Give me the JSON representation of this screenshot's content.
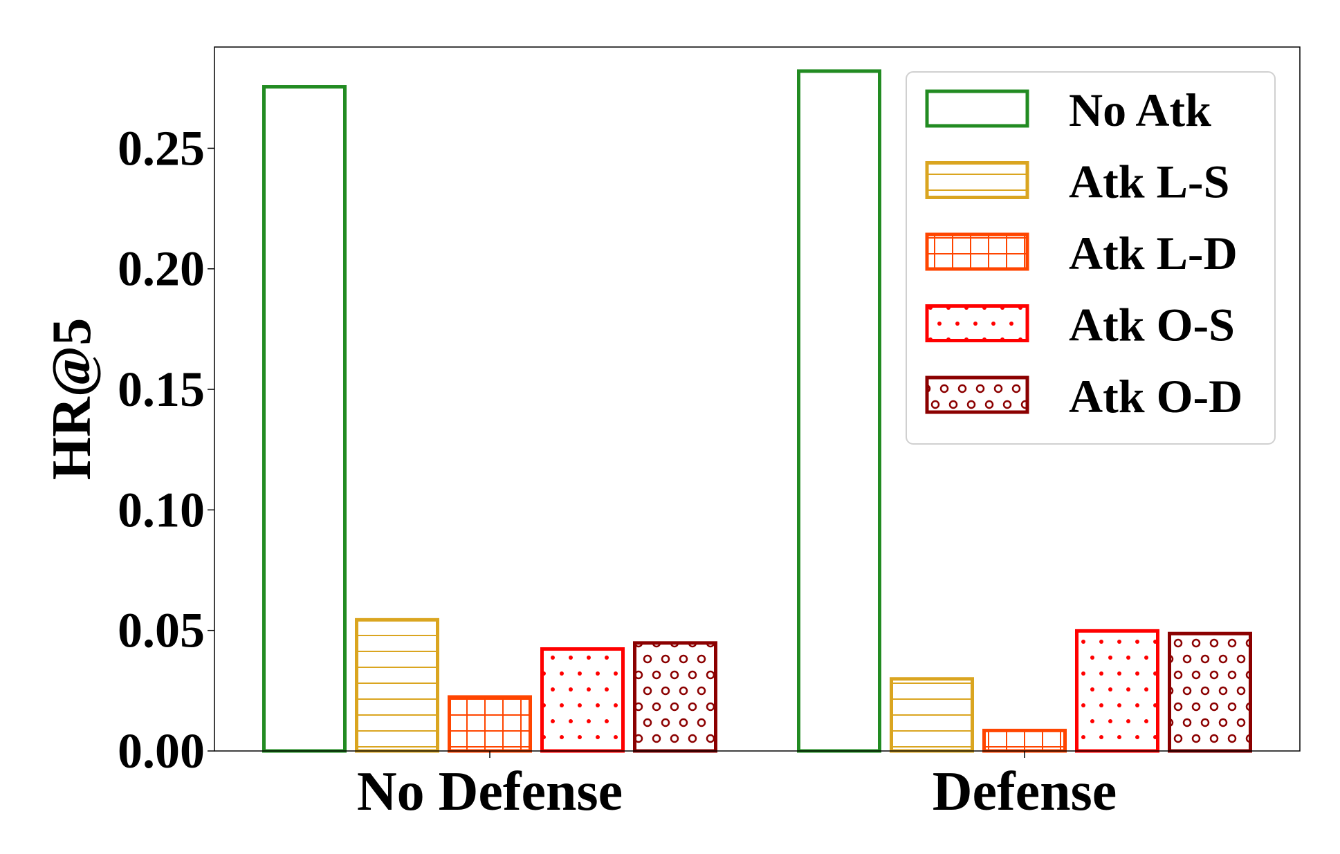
{
  "chart_data": {
    "type": "bar",
    "title": "",
    "xlabel": "",
    "ylabel": "HR@5",
    "ylim": [
      0,
      0.292
    ],
    "yticks": [
      "0.00",
      "0.05",
      "0.10",
      "0.15",
      "0.20",
      "0.25"
    ],
    "categories": [
      "No Defense",
      "Defense"
    ],
    "grid": false,
    "legend_position": "top-right",
    "series": [
      {
        "name": "No Atk",
        "values": [
          0.2755,
          0.282
        ],
        "color": "#228B22",
        "hatch": "none"
      },
      {
        "name": "Atk L-S",
        "values": [
          0.0544,
          0.0299
        ],
        "color": "#DAA520",
        "hatch": "horizontal-lines"
      },
      {
        "name": "Atk L-D",
        "values": [
          0.0224,
          0.0085
        ],
        "color": "#FF4500",
        "hatch": "grid"
      },
      {
        "name": "Atk O-S",
        "values": [
          0.0423,
          0.0498
        ],
        "color": "#FF0000",
        "hatch": "small-dots"
      },
      {
        "name": "Atk O-D",
        "values": [
          0.0448,
          0.0487
        ],
        "color": "#8B0000",
        "hatch": "small-circles"
      }
    ]
  }
}
